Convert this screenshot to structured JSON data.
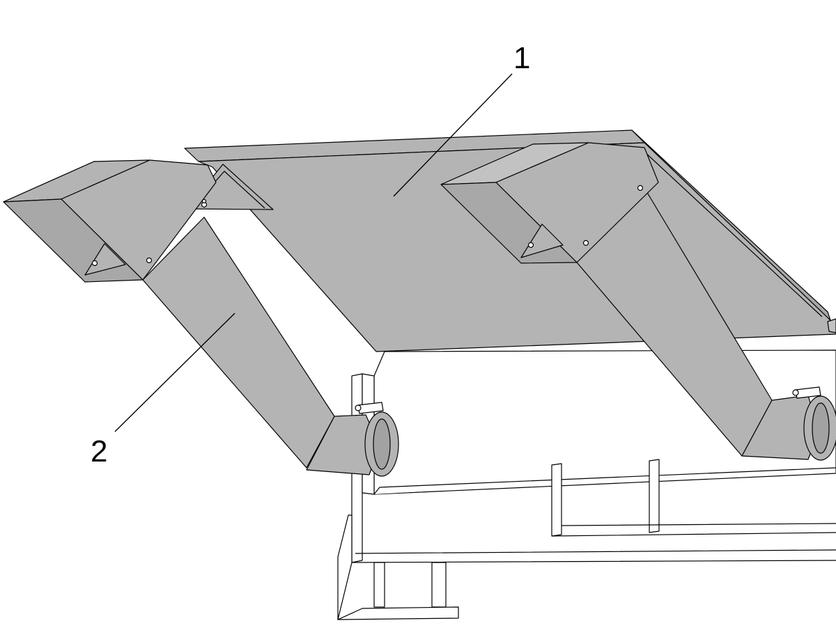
{
  "colors": {
    "background": "#ffffff",
    "sheet_metal": "#b4b4b4",
    "sheet_metal_dark": "#a2a2a2",
    "sheet_metal_light": "#c2c2c2",
    "outline": "#000000",
    "frame_fill": "#ffffff"
  },
  "callouts": [
    {
      "id": "1",
      "label": "1",
      "part": "cover-plate"
    },
    {
      "id": "2",
      "label": "2",
      "part": "discharge-chute"
    }
  ]
}
